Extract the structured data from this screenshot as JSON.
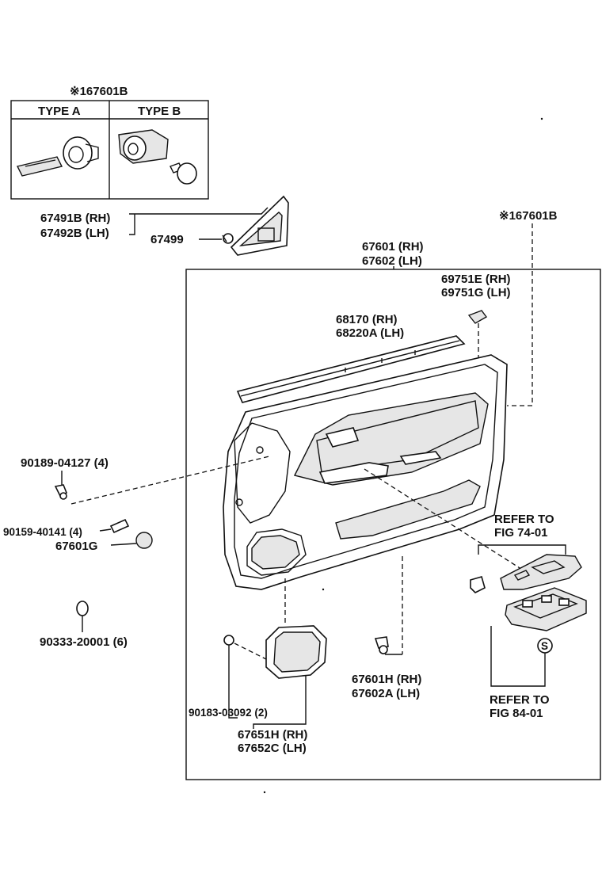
{
  "inset": {
    "title": "※167601B",
    "type_a": "TYPE A",
    "type_b": "TYPE B"
  },
  "labels": {
    "l_67491b": "67491B (RH)",
    "l_67492b": "67492B (LH)",
    "l_67499": "67499",
    "l_67601": "67601 (RH)",
    "l_67602": "67602 (LH)",
    "l_ref_67601b": "※167601B",
    "l_69751e": "69751E (RH)",
    "l_69751g": "69751G (LH)",
    "l_68170": "68170   (RH)",
    "l_68220a": "68220A (LH)",
    "l_90189": "90189-04127 (4)",
    "l_90159": "90159-40141 (4)",
    "l_67601g": "67601G",
    "l_refer74_a": "REFER TO",
    "l_refer74_b": "FIG 74-01",
    "l_90333": "90333-20001 (6)",
    "l_67601h": "67601H (RH)",
    "l_67602a": "67602A (LH)",
    "l_90183": "90183-03092 (2)",
    "l_67651h": "67651H (RH)",
    "l_67652c": "67652C (LH)",
    "l_refer84_a": "REFER TO",
    "l_refer84_b": "FIG 84-01",
    "s_mark": "S"
  }
}
